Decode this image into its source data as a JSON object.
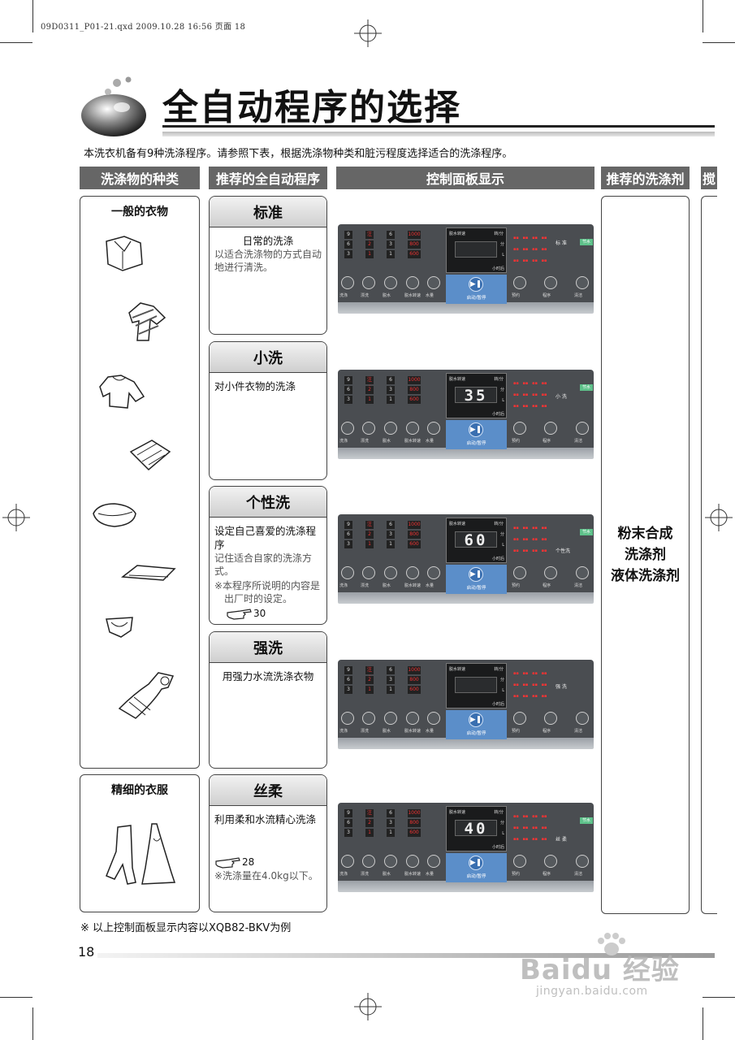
{
  "print_header": "09D0311_P01-21.qxd  2009.10.28  16:56  页面 18",
  "title": "全自动程序的选择",
  "intro": "本洗衣机备有9种洗涤程序。请参照下表，根据洗涤物种类和脏污程度选择适合的洗涤程序。",
  "columns": [
    "洗涤物的种类",
    "推荐的全自动程序",
    "控制面板显示",
    "推荐的洗涤剂",
    "搅"
  ],
  "categories": [
    {
      "label": "一般的衣物"
    },
    {
      "label": "精细的衣服"
    }
  ],
  "programs": [
    {
      "name": "标准",
      "main": "日常的洗涤",
      "sub": "以适合洗涤物的方式自动地进行清洗。",
      "note": "",
      "ref": "",
      "extra": ""
    },
    {
      "name": "小洗",
      "main": "对小件衣物的洗涤",
      "sub": "",
      "note": "",
      "ref": "",
      "extra": ""
    },
    {
      "name": "个性洗",
      "main": "设定自己喜爱的洗涤程序",
      "sub": "记住适合自家的洗涤方式。",
      "note": "※本程序所说明的内容是出厂时的设定。",
      "ref": "30",
      "extra": ""
    },
    {
      "name": "强洗",
      "main": "用强力水流洗涤衣物",
      "sub": "",
      "note": "",
      "ref": "",
      "extra": ""
    },
    {
      "name": "丝柔",
      "main": "利用柔和水流精心洗涤",
      "sub": "",
      "note": "",
      "ref": "28",
      "extra": "※洗涤量在4.0kg以下。"
    }
  ],
  "panels": [
    {
      "display": "",
      "program_label": "标 准"
    },
    {
      "display": "35",
      "program_label": "小 洗"
    },
    {
      "display": "60",
      "program_label": "个性洗"
    },
    {
      "display": "",
      "program_label": "强 洗"
    },
    {
      "display": "40",
      "program_label": "丝 柔"
    }
  ],
  "panel_text": {
    "lcd_top_left": "脱水转速",
    "lcd_top_right": "转/分",
    "lcd_min": "分",
    "lcd_l": "L",
    "lcd_h": "小时后",
    "start": "启动/暂停",
    "led_wash": [
      "9",
      "6",
      "3"
    ],
    "led_rinse": [
      "注水",
      "2",
      "1"
    ],
    "led_spin": [
      "6",
      "3",
      "1"
    ],
    "led_rpm": [
      "1000",
      "800",
      "600"
    ],
    "btn_labels": [
      "洗涤",
      "漂洗",
      "脱水",
      "脱水转速",
      "水量",
      "预约",
      "程序",
      "清洁"
    ],
    "green_tag": "节水"
  },
  "detergent": [
    "粉末合成",
    "洗涤剂",
    "液体洗涤剂"
  ],
  "footnote": "※ 以上控制面板显示内容以XQB82-BKV为例",
  "page_number": "18",
  "watermark": {
    "main": "Baidu 经验",
    "sub": "jingyan.baidu.com"
  }
}
